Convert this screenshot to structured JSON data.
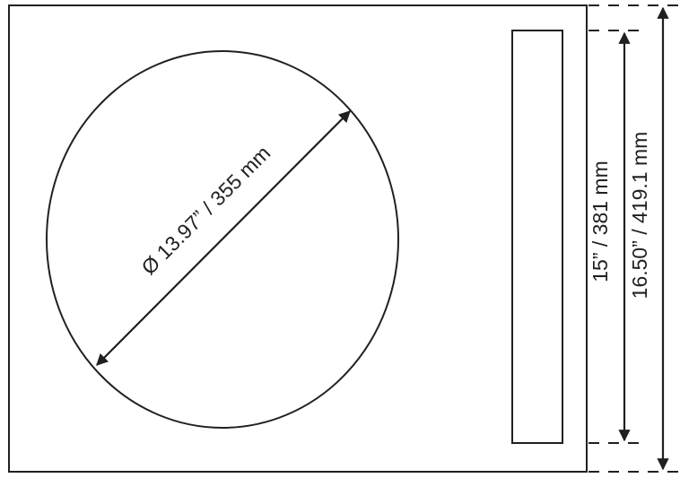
{
  "diagram": {
    "circle_diameter_label": "Ø 13.97” / 355 mm",
    "inner_height_label": "15” / 381 mm",
    "outer_height_label": "16.50” / 419.1 mm"
  },
  "colors": {
    "line": "#231f20",
    "background": "#ffffff"
  }
}
